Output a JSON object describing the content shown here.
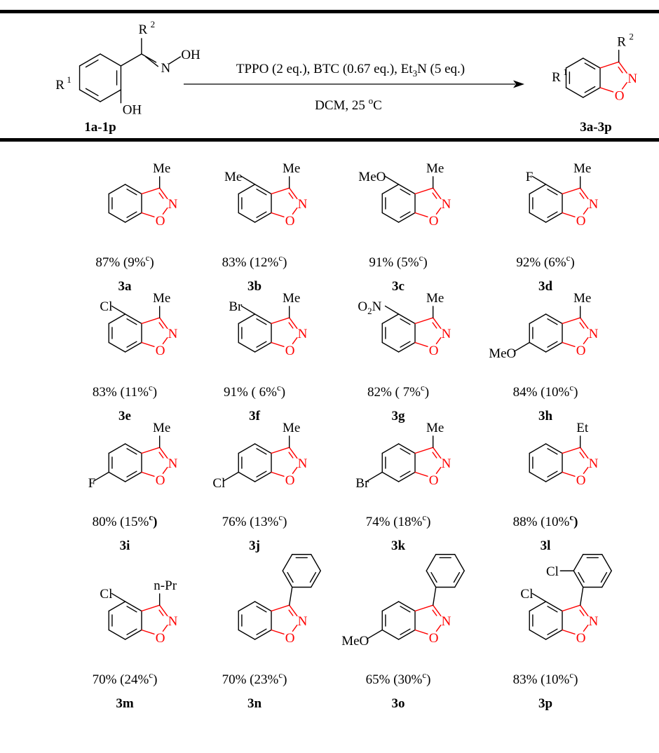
{
  "reaction": {
    "conditions_top": "TPPO (2 eq.), BTC (0.67 eq.), Et",
    "conditions_top_sub": "3",
    "conditions_top_end": "N (5 eq.)",
    "conditions_bottom": "DCM, 25 ",
    "conditions_bottom_sup": "o",
    "conditions_bottom_end": "C",
    "reactant_label": "1a-1p",
    "product_label": "3a-3p",
    "r1": "R",
    "r1_sup": "1",
    "r2": "R",
    "r2_sup": "2",
    "oh": "OH",
    "n": "N",
    "o": "O"
  },
  "compounds": [
    {
      "id": "3a",
      "yield": "87% (9%",
      "sup": "c",
      "close": ")",
      "bold_sup": false,
      "r3": "Me",
      "sub5": "",
      "sub6": ""
    },
    {
      "id": "3b",
      "yield": "83% (12%",
      "sup": "c",
      "close": ")",
      "bold_sup": false,
      "r3": "Me",
      "sub5": "Me",
      "sub6": ""
    },
    {
      "id": "3c",
      "yield": "91% (5%",
      "sup": "c",
      "close": ")",
      "bold_sup": false,
      "r3": "Me",
      "sub5": "MeO",
      "sub6": ""
    },
    {
      "id": "3d",
      "yield": "92% (6%",
      "sup": "c",
      "close": ")",
      "bold_sup": false,
      "r3": "Me",
      "sub5": "F",
      "sub6": ""
    },
    {
      "id": "3e",
      "yield": "83% (11%",
      "sup": "c",
      "close": ")",
      "bold_sup": false,
      "r3": "Me",
      "sub5": "Cl",
      "sub6": ""
    },
    {
      "id": "3f",
      "yield": "91% ( 6%",
      "sup": "c",
      "close": ")",
      "bold_sup": false,
      "r3": "Me",
      "sub5": "Br",
      "sub6": ""
    },
    {
      "id": "3g",
      "yield": "82% ( 7%",
      "sup": "c",
      "close": ")",
      "bold_sup": false,
      "r3": "Me",
      "sub5": "O2N",
      "sub6": ""
    },
    {
      "id": "3h",
      "yield": "84% (10%",
      "sup": "c",
      "close": ")",
      "bold_sup": false,
      "r3": "Me",
      "sub5": "",
      "sub6": "MeO"
    },
    {
      "id": "3i",
      "yield": "80% (15%",
      "sup": "c",
      "close": ")",
      "bold_sup": true,
      "r3": "Me",
      "sub5": "",
      "sub6": "F"
    },
    {
      "id": "3j",
      "yield": "76% (13%",
      "sup": "c",
      "close": ")",
      "bold_sup": false,
      "r3": "Me",
      "sub5": "",
      "sub6": "Cl"
    },
    {
      "id": "3k",
      "yield": "74% (18%",
      "sup": "c",
      "close": ")",
      "bold_sup": false,
      "r3": "Me",
      "sub5": "",
      "sub6": "Br"
    },
    {
      "id": "3l",
      "yield": "88% (10%",
      "sup": "c",
      "close": ")",
      "bold_sup": true,
      "r3": "Et",
      "sub5": "",
      "sub6": ""
    },
    {
      "id": "3m",
      "yield": "70% (24%",
      "sup": "c",
      "close": ")",
      "bold_sup": false,
      "r3": "n-Pr",
      "sub5": "Cl",
      "sub6": ""
    },
    {
      "id": "3n",
      "yield": "70% (23%",
      "sup": "c",
      "close": ")",
      "bold_sup": false,
      "r3": "phenyl",
      "sub5": "",
      "sub6": ""
    },
    {
      "id": "3o",
      "yield": "65% (30%",
      "sup": "c",
      "close": ")",
      "bold_sup": false,
      "r3": "phenyl",
      "sub5": "",
      "sub6": "MeO"
    },
    {
      "id": "3p",
      "yield": "83% (10%",
      "sup": "c",
      "close": ")",
      "bold_sup": false,
      "r3": "2-chlorophenyl",
      "sub5": "Cl",
      "sub6": ""
    }
  ],
  "colors": {
    "heterocycle": "#ff0000",
    "bond": "#000000",
    "rule": "#000000"
  }
}
